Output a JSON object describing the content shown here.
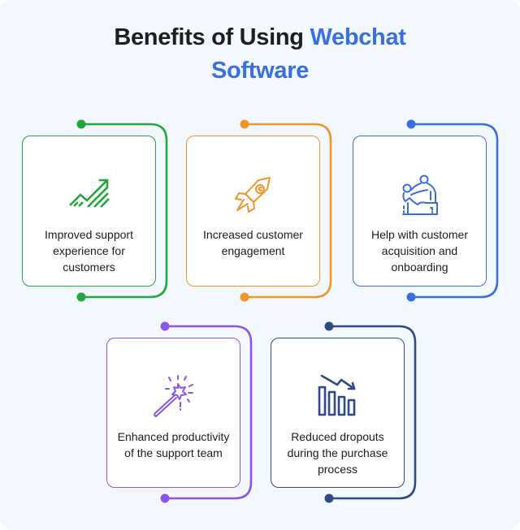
{
  "title": {
    "line1_plain": "Benefits of Using ",
    "line1_accent": "Webchat",
    "line2_accent": "Software"
  },
  "colors": {
    "background": "#f3f8fe",
    "title_text": "#1e1e1e",
    "title_accent": "#3a6fe0"
  },
  "benefits": [
    {
      "label": "Improved support experience for customers",
      "icon": "trending-up-chart-icon",
      "color": "#22a83a"
    },
    {
      "label": "Increased customer engagement",
      "icon": "rocket-icon",
      "color": "#f0952b"
    },
    {
      "label": "Help with customer acquisition and onboarding",
      "icon": "helping-hand-climb-icon",
      "color": "#3a6fe0"
    },
    {
      "label": "Enhanced productivity of the support team",
      "icon": "magic-wand-icon",
      "color": "#8b55ec"
    },
    {
      "label": "Reduced dropouts during the purchase process",
      "icon": "declining-bar-chart-icon",
      "color": "#2e4a87"
    }
  ]
}
